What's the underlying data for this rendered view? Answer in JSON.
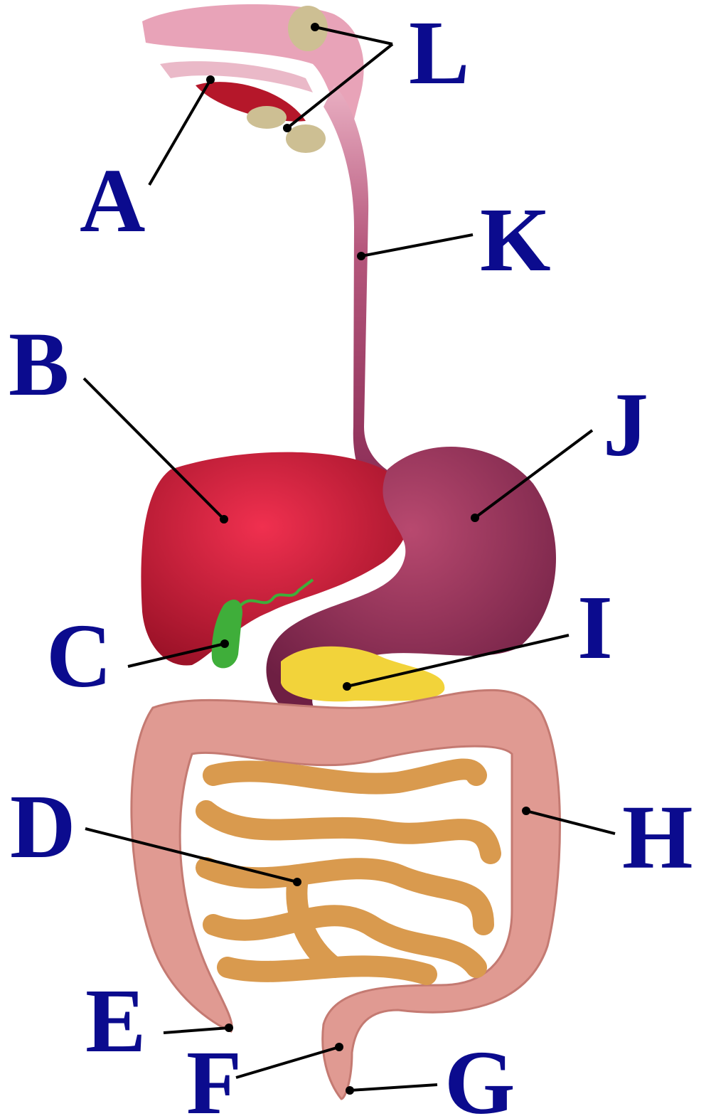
{
  "title": "Digestive system labeling diagram",
  "colors": {
    "label": "#0b0b8e",
    "mouth_pharynx": "#e8a3b8",
    "tongue": "#b5172a",
    "salivary_glands": "#cdbf93",
    "esophagus": "#9a3a60",
    "liver": "#c41e3a",
    "gallbladder": "#3fae3a",
    "stomach": "#8e2f5a",
    "pancreas": "#f2d33a",
    "small_intestine": "#d99a4e",
    "large_intestine": "#e09a92"
  },
  "labels": [
    {
      "id": "A",
      "text": "A",
      "part": "tongue"
    },
    {
      "id": "B",
      "text": "B",
      "part": "liver"
    },
    {
      "id": "C",
      "text": "C",
      "part": "gallbladder"
    },
    {
      "id": "D",
      "text": "D",
      "part": "small-intestine"
    },
    {
      "id": "E",
      "text": "E",
      "part": "appendix"
    },
    {
      "id": "F",
      "text": "F",
      "part": "rectum"
    },
    {
      "id": "G",
      "text": "G",
      "part": "anus"
    },
    {
      "id": "H",
      "text": "H",
      "part": "large-intestine"
    },
    {
      "id": "I",
      "text": "I",
      "part": "pancreas"
    },
    {
      "id": "J",
      "text": "J",
      "part": "stomach"
    },
    {
      "id": "K",
      "text": "K",
      "part": "esophagus"
    },
    {
      "id": "L",
      "text": "L",
      "part": "salivary-glands"
    }
  ]
}
